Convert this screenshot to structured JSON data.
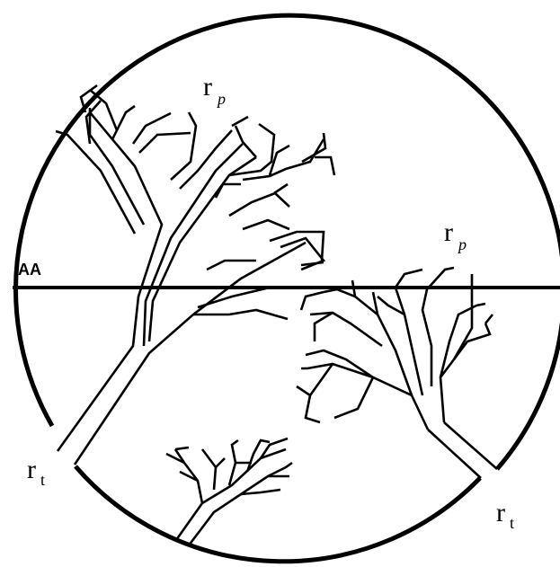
{
  "labels": {
    "section_line": "AA",
    "tree_1_root": "r",
    "tree_1_root_sub": "t",
    "tree_1_crown": "r",
    "tree_1_crown_sub": "p",
    "tree_2_root": "r",
    "tree_2_root_sub": "t",
    "tree_2_crown": "r",
    "tree_2_crown_sub": "p"
  },
  "colors": {
    "ink": "#000000",
    "paper": "#ffffff"
  }
}
